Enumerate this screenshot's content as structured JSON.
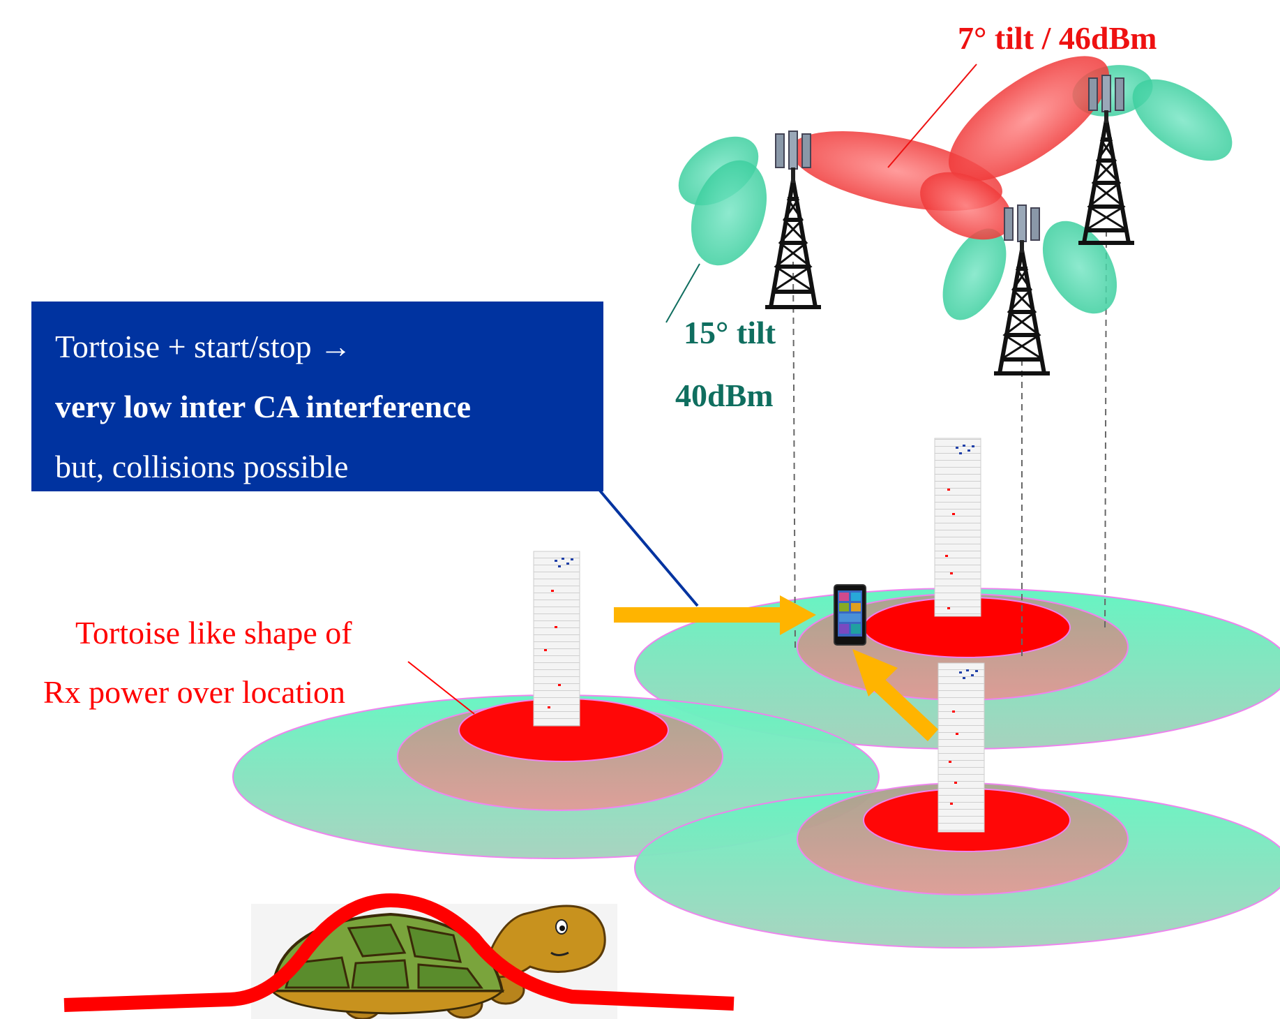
{
  "info_box": {
    "line1": "Tortoise + start/stop →",
    "line2": "very low inter CA interference",
    "line3": "but, collisions possible"
  },
  "labels": {
    "tilt_high_power": "7° tilt / 46dBm",
    "tilt_low": "15° tilt",
    "power_low": "40dBm",
    "tortoise_line1": "Tortoise like shape of",
    "tortoise_line2": "Rx power over location"
  },
  "colors": {
    "info_box_bg": "#0033a0",
    "coverage_outer": "#6ee8b8",
    "coverage_mid": "#c89a90",
    "coverage_inner": "#ff0000",
    "beam_red": "#f23c3c",
    "beam_teal": "#3fd3a6",
    "arrow": "#ffb400",
    "rx_curve": "#ff0000"
  },
  "icons": [
    "cell-tower-icon",
    "smartphone-icon",
    "tortoise-icon",
    "arrow-icon"
  ]
}
